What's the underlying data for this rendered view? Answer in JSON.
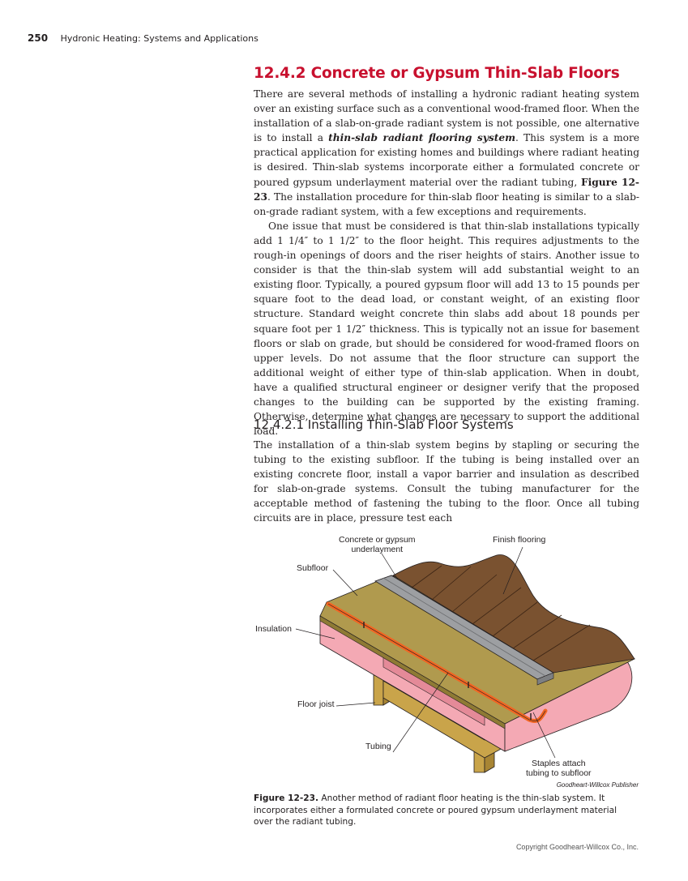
{
  "header": {
    "page_number": "250",
    "running_title": "Hydronic Heating: Systems and Applications"
  },
  "section": {
    "title": "12.4.2 Concrete or Gypsum Thin-Slab Floors",
    "p1_a": "There are several methods of installing a hydronic radiant heating system over an existing surface such as a conventional wood-framed floor. When the installation of a slab-on-grade radiant system is not possible, one alternative is to install a ",
    "p1_term": "thin-slab radiant flooring system",
    "p1_b": ". This system is a more practical application for existing homes and buildings where radiant heating is desired. Thin-slab systems incorporate either a formulated concrete or poured gypsum underlayment material over the radiant tubing, ",
    "p1_figref": "Figure 12-23",
    "p1_c": ". The installation procedure for thin-slab floor heating is similar to a slab-on-grade radiant system, with a few exceptions and requirements.",
    "p2": "One issue that must be considered is that thin-slab installations typically add 1 1/4″ to 1 1/2″ to the floor height. This requires adjustments to the rough-in openings of doors and the riser heights of stairs. Another issue to consider is that the thin-slab system will add substantial weight to an existing floor. Typically, a poured gypsum floor will add 13 to 15 pounds per square foot to the dead load, or constant weight, of an existing floor structure. Standard weight concrete thin slabs add about 18 pounds per square foot per 1 1/2″ thickness. This is typically not an issue for basement floors or slab on grade, but should be considered for wood-framed floors on upper levels. Do not assume that the floor structure can support the additional weight of either type of thin-slab application. When in doubt, have a qualified structural engineer or designer verify that the proposed changes to the building can be supported by the existing framing. Otherwise, determine what changes are necessary to support the additional load."
  },
  "subsection": {
    "title": "12.4.2.1 Installing Thin-Slab Floor Systems",
    "p1": "The installation of a thin-slab system begins by stapling or securing the tubing to the existing subfloor. If the tubing is being installed over an existing concrete floor, install a vapor barrier and insulation as described for slab-on-grade systems. Consult the tubing manufacturer for the acceptable method of fastening the tubing to the floor. Once all tubing circuits are in place, pressure test each"
  },
  "figure": {
    "labels": {
      "concrete_line1": "Concrete or gypsum",
      "concrete_line2": "underlayment",
      "finish": "Finish flooring",
      "subfloor": "Subfloor",
      "insulation": "Insulation",
      "joist": "Floor joist",
      "tubing": "Tubing",
      "staples_line1": "Staples attach",
      "staples_line2": "tubing to subfloor"
    },
    "credit": "Goodheart-Willcox Publisher",
    "caption_label": "Figure 12-23.",
    "caption_text": " Another method of radiant floor heating is the thin-slab system. It incorporates either a formulated concrete or poured gypsum underlayment material over the radiant tubing.",
    "colors": {
      "insulation": "#f4a9b4",
      "insulation_dark": "#e48a98",
      "wood": "#c9a44a",
      "wood_dark": "#a88534",
      "subfloor": "#b09a4e",
      "underlayment": "#9d9fa2",
      "underlayment_dark": "#7d7f82",
      "finish": "#7a5230",
      "tubing": "#f26522"
    }
  },
  "footer": {
    "copyright": "Copyright Goodheart-Willcox Co., Inc."
  }
}
